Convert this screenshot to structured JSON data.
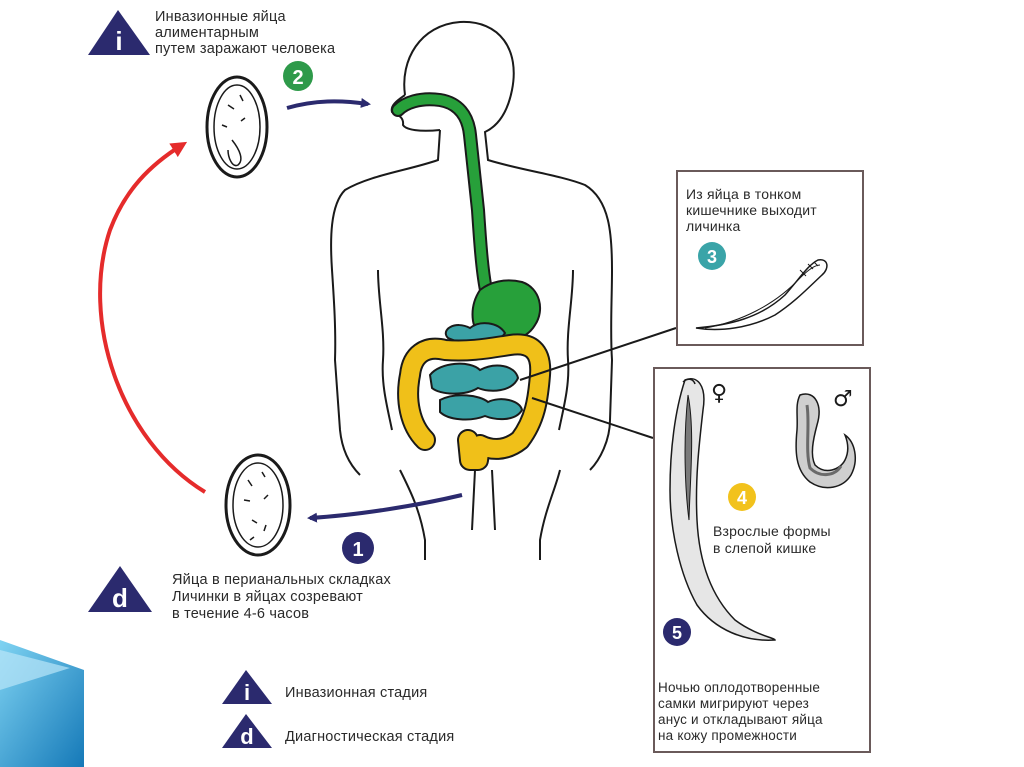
{
  "top_caption": [
    "Инвазионные яйца",
    "алиментарным",
    "путем заражают человека"
  ],
  "stage3_caption": [
    "Из яйца в тонком",
    "кишечнике выходит",
    "личинка"
  ],
  "stage4_caption": [
    "Взрослые формы",
    "в слепой кишке"
  ],
  "stage5_caption": [
    "Ночью оплодотворенные",
    "самки мигрируют через",
    "анус и откладывают яйца",
    "на кожу промежности"
  ],
  "stage_d_caption": [
    "Яйца в перианальных складках",
    "Личинки в яйцах созревают",
    "в течение 4-6 часов"
  ],
  "legend": [
    {
      "badge": "i",
      "label": "Инвазионная стадия"
    },
    {
      "badge": "d",
      "label": "Диагностическая стадия"
    }
  ],
  "badges": {
    "i": "i",
    "d": "d"
  },
  "step_numbers": {
    "one": "1",
    "two": "2",
    "three": "3",
    "four": "4",
    "five": "5"
  },
  "sex_symbols": {
    "female": "♀",
    "male": "♂"
  },
  "colors": {
    "navy": "#2b2a6e",
    "green_step": "#2e9a4a",
    "teal_step": "#3aa4a8",
    "yellow_step": "#f2c21c",
    "esophagus_green": "#27a03a",
    "small_intestine_teal": "#3ba2a6",
    "colon_yellow": "#f0c019",
    "red_arrow": "#e52b2b",
    "slide_accent": "#1a8fc9"
  }
}
